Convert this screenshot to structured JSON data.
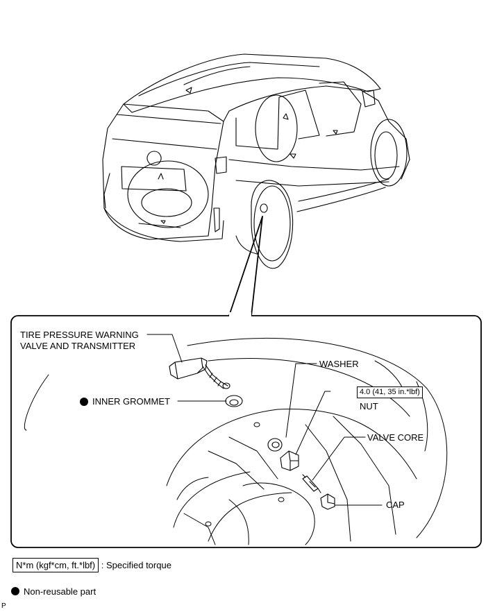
{
  "labels": {
    "tpms_line1": "TIRE PRESSURE WARNING",
    "tpms_line2": "VALVE AND TRANSMITTER",
    "inner_grommet": "INNER GROMMET",
    "washer": "WASHER",
    "torque_value": "4.0 (41, 35 in.*lbf)",
    "nut": "NUT",
    "valve_core": "VALVE CORE",
    "cap": "CAP"
  },
  "legend": {
    "torque_units": "N*m (kgf*cm, ft.*lbf)",
    "torque_desc": ": Specified torque",
    "nonreusable_desc": "Non-reusable part"
  },
  "corner_mark": "P",
  "colors": {
    "line": "#000000",
    "background": "#ffffff"
  }
}
